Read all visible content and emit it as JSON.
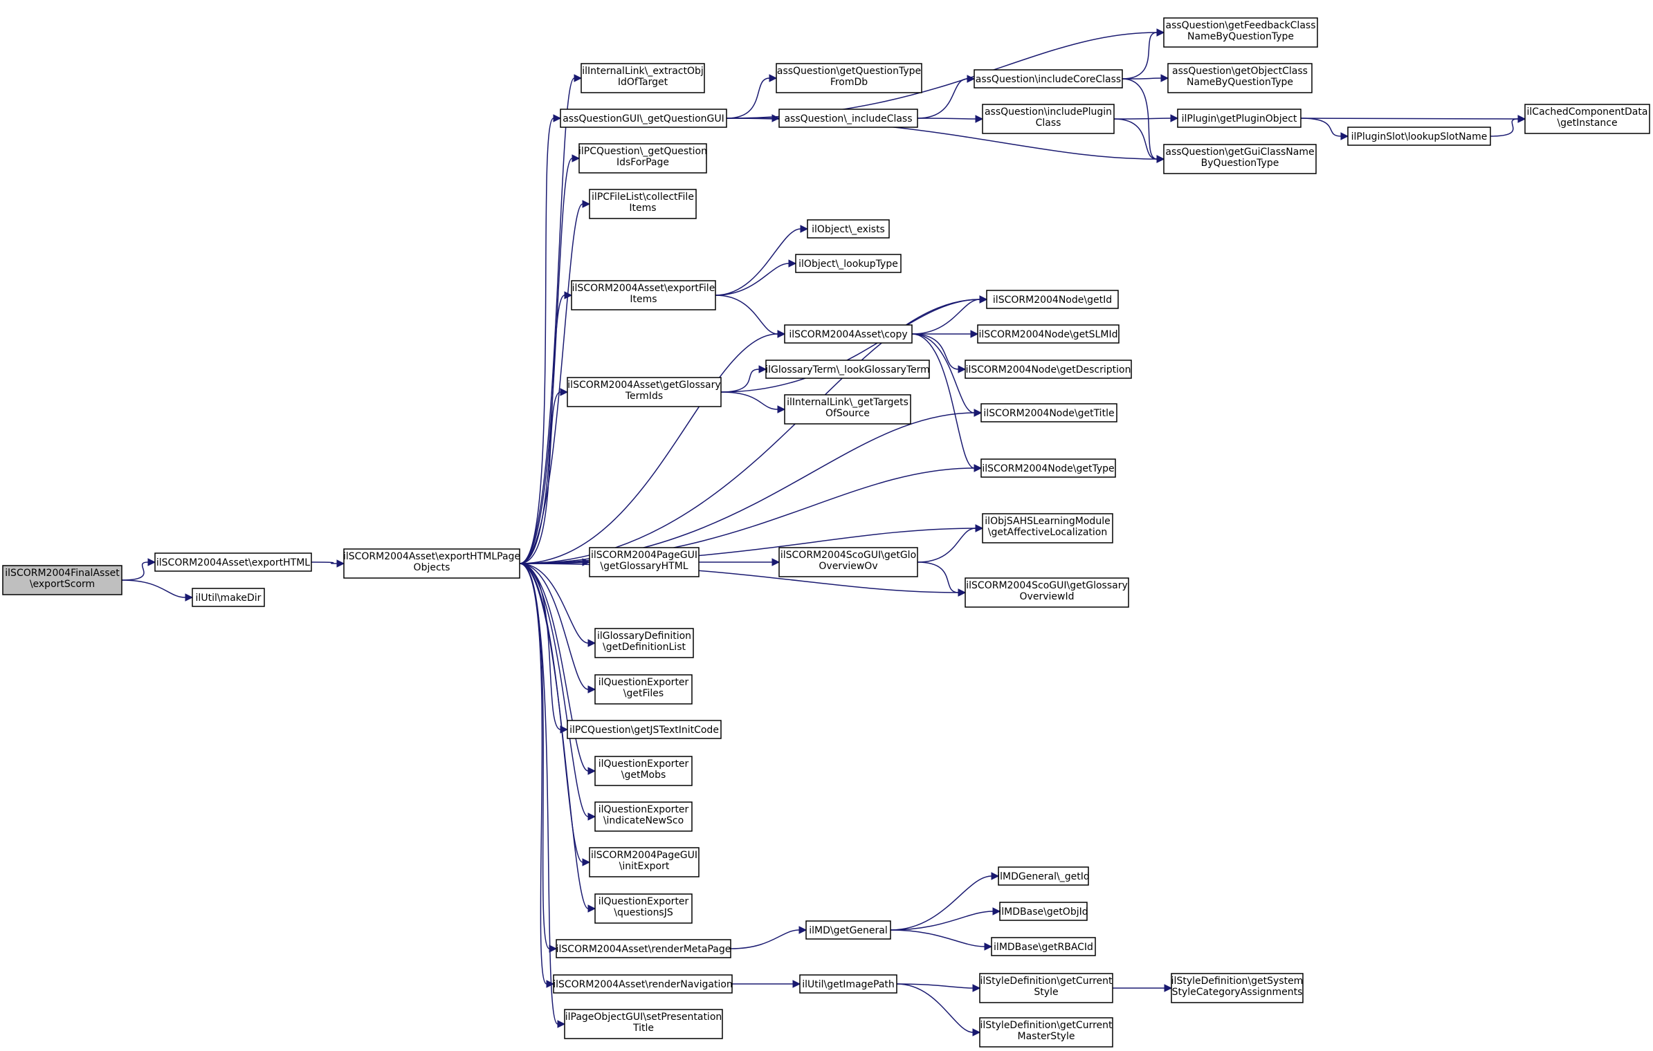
{
  "colors": {
    "edge": "#191970",
    "root_fill": "#bfbfbf",
    "node_fill": "#ffffff",
    "border": "#000000"
  },
  "nodes": [
    {
      "id": "root",
      "lines": [
        "ilSCORM2004FinalAsset",
        "\\exportScorm"
      ]
    },
    {
      "id": "exportHTML",
      "lines": [
        "ilSCORM2004Asset\\exportHTML"
      ]
    },
    {
      "id": "makeDir",
      "lines": [
        "ilUtil\\makeDir"
      ]
    },
    {
      "id": "exportHTMLPage",
      "lines": [
        "ilSCORM2004Asset\\exportHTMLPage",
        "Objects"
      ]
    },
    {
      "id": "extractObj",
      "lines": [
        "ilInternalLink\\_extractObj",
        "IdOfTarget"
      ]
    },
    {
      "id": "getQuestionGUI",
      "lines": [
        "assQuestionGUI\\_getQuestionGUI"
      ]
    },
    {
      "id": "pcGetQuestion",
      "lines": [
        "ilPCQuestion\\_getQuestion",
        "IdsForPage"
      ]
    },
    {
      "id": "collectFile",
      "lines": [
        "ilPCFileList\\collectFile",
        "Items"
      ]
    },
    {
      "id": "exportFileItems",
      "lines": [
        "ilSCORM2004Asset\\exportFile",
        "Items"
      ]
    },
    {
      "id": "assetCopy",
      "lines": [
        "ilSCORM2004Asset\\copy"
      ]
    },
    {
      "id": "getGlossaryTermIds",
      "lines": [
        "ilSCORM2004Asset\\getGlossary",
        "TermIds"
      ]
    },
    {
      "id": "pageGuiGlossary",
      "lines": [
        "ilSCORM2004PageGUI",
        "\\getGlossaryHTML"
      ]
    },
    {
      "id": "scoGuiGlo",
      "lines": [
        "ilSCORM2004ScoGUI\\getGlo",
        "OverviewOv"
      ]
    },
    {
      "id": "glossaryDef",
      "lines": [
        "ilGlossaryDefinition",
        "\\getDefinitionList"
      ]
    },
    {
      "id": "qeGetFiles",
      "lines": [
        "ilQuestionExporter",
        "\\getFiles"
      ]
    },
    {
      "id": "pcJSText",
      "lines": [
        "ilPCQuestion\\getJSTextInitCode"
      ]
    },
    {
      "id": "qeGetMobs",
      "lines": [
        "ilQuestionExporter",
        "\\getMobs"
      ]
    },
    {
      "id": "qeIndicate",
      "lines": [
        "ilQuestionExporter",
        "\\indicateNewSco"
      ]
    },
    {
      "id": "pageGuiInit",
      "lines": [
        "ilSCORM2004PageGUI",
        "\\initExport"
      ]
    },
    {
      "id": "qeQuestionsJS",
      "lines": [
        "ilQuestionExporter",
        "\\questionsJS"
      ]
    },
    {
      "id": "renderMeta",
      "lines": [
        "ilSCORM2004Asset\\renderMetaPage"
      ]
    },
    {
      "id": "renderNav",
      "lines": [
        "ilSCORM2004Asset\\renderNavigation"
      ]
    },
    {
      "id": "pageObjGui",
      "lines": [
        "ilPageObjectGUI\\setPresentation",
        "Title"
      ]
    },
    {
      "id": "getQTypeFromDb",
      "lines": [
        "assQuestion\\getQuestionType",
        "FromDb"
      ]
    },
    {
      "id": "includeClass",
      "lines": [
        "assQuestion\\_includeClass"
      ]
    },
    {
      "id": "includeCoreClass",
      "lines": [
        "assQuestion\\includeCoreClass"
      ]
    },
    {
      "id": "includePlugin",
      "lines": [
        "assQuestion\\includePlugin",
        "Class"
      ]
    },
    {
      "id": "feedbackClass",
      "lines": [
        "assQuestion\\getFeedbackClass",
        "NameByQuestionType"
      ]
    },
    {
      "id": "objectClass",
      "lines": [
        "assQuestion\\getObjectClass",
        "NameByQuestionType"
      ]
    },
    {
      "id": "guiClassName",
      "lines": [
        "assQuestion\\getGuiClassName",
        "ByQuestionType"
      ]
    },
    {
      "id": "pluginObject",
      "lines": [
        "ilPlugin\\getPluginObject"
      ]
    },
    {
      "id": "pluginSlot",
      "lines": [
        "ilPluginSlot\\lookupSlotName"
      ]
    },
    {
      "id": "cachedComp",
      "lines": [
        "ilCachedComponentData",
        "\\getInstance"
      ]
    },
    {
      "id": "objExists",
      "lines": [
        "ilObject\\_exists"
      ]
    },
    {
      "id": "objLookupType",
      "lines": [
        "ilObject\\_lookupType"
      ]
    },
    {
      "id": "nodeGetId",
      "lines": [
        "ilSCORM2004Node\\getId"
      ]
    },
    {
      "id": "nodeGetSLMId",
      "lines": [
        "ilSCORM2004Node\\getSLMId"
      ]
    },
    {
      "id": "nodeGetDesc",
      "lines": [
        "ilSCORM2004Node\\getDescription"
      ]
    },
    {
      "id": "glossaryTerm",
      "lines": [
        "ilGlossaryTerm\\_lookGlossaryTerm"
      ]
    },
    {
      "id": "internalTargets",
      "lines": [
        "ilInternalLink\\_getTargets",
        "OfSource"
      ]
    },
    {
      "id": "nodeGetTitle",
      "lines": [
        "ilSCORM2004Node\\getTitle"
      ]
    },
    {
      "id": "nodeGetType",
      "lines": [
        "ilSCORM2004Node\\getType"
      ]
    },
    {
      "id": "affectiveLoc",
      "lines": [
        "ilObjSAHSLearningModule",
        "\\getAffectiveLocalization"
      ]
    },
    {
      "id": "glossaryOverviewId",
      "lines": [
        "ilSCORM2004ScoGUI\\getGlossary",
        "OverviewId"
      ]
    },
    {
      "id": "mdGetGeneral",
      "lines": [
        "ilMD\\getGeneral"
      ]
    },
    {
      "id": "mdGeneralGetId",
      "lines": [
        "ilMDGeneral\\_getId"
      ]
    },
    {
      "id": "mdBaseObjId",
      "lines": [
        "ilMDBase\\getObjId"
      ]
    },
    {
      "id": "mdBaseRBAC",
      "lines": [
        "ilMDBase\\getRBACId"
      ]
    },
    {
      "id": "utilImagePath",
      "lines": [
        "ilUtil\\getImagePath"
      ]
    },
    {
      "id": "styleCurrent",
      "lines": [
        "ilStyleDefinition\\getCurrent",
        "Style"
      ]
    },
    {
      "id": "styleMaster",
      "lines": [
        "ilStyleDefinition\\getCurrent",
        "MasterStyle"
      ]
    },
    {
      "id": "styleSystem",
      "lines": [
        "ilStyleDefinition\\getSystem",
        "StyleCategoryAssignments"
      ]
    }
  ],
  "edges": [
    [
      "root",
      "exportHTML"
    ],
    [
      "root",
      "makeDir"
    ],
    [
      "exportHTML",
      "exportHTMLPage"
    ],
    [
      "exportHTMLPage",
      "extractObj"
    ],
    [
      "exportHTMLPage",
      "getQuestionGUI"
    ],
    [
      "exportHTMLPage",
      "pcGetQuestion"
    ],
    [
      "exportHTMLPage",
      "collectFile"
    ],
    [
      "exportHTMLPage",
      "nodeGetId"
    ],
    [
      "exportHTMLPage",
      "exportFileItems"
    ],
    [
      "exportHTMLPage",
      "assetCopy"
    ],
    [
      "exportHTMLPage",
      "getGlossaryTermIds"
    ],
    [
      "exportHTMLPage",
      "nodeGetTitle"
    ],
    [
      "exportHTMLPage",
      "nodeGetType"
    ],
    [
      "exportHTMLPage",
      "affectiveLoc"
    ],
    [
      "exportHTMLPage",
      "pageGuiGlossary"
    ],
    [
      "exportHTMLPage",
      "glossaryOverviewId"
    ],
    [
      "exportHTMLPage",
      "glossaryDef"
    ],
    [
      "exportHTMLPage",
      "qeGetFiles"
    ],
    [
      "exportHTMLPage",
      "pcJSText"
    ],
    [
      "exportHTMLPage",
      "qeGetMobs"
    ],
    [
      "exportHTMLPage",
      "qeIndicate"
    ],
    [
      "exportHTMLPage",
      "pageGuiInit"
    ],
    [
      "exportHTMLPage",
      "qeQuestionsJS"
    ],
    [
      "exportHTMLPage",
      "renderMeta"
    ],
    [
      "exportHTMLPage",
      "renderNav"
    ],
    [
      "exportHTMLPage",
      "pageObjGui"
    ],
    [
      "getQuestionGUI",
      "feedbackClass"
    ],
    [
      "getQuestionGUI",
      "getQTypeFromDb"
    ],
    [
      "getQuestionGUI",
      "includeClass"
    ],
    [
      "getQuestionGUI",
      "guiClassName"
    ],
    [
      "includeClass",
      "includeCoreClass"
    ],
    [
      "includeClass",
      "includePlugin"
    ],
    [
      "includeCoreClass",
      "feedbackClass"
    ],
    [
      "includeCoreClass",
      "objectClass"
    ],
    [
      "includeCoreClass",
      "guiClassName"
    ],
    [
      "includePlugin",
      "pluginObject"
    ],
    [
      "includePlugin",
      "guiClassName"
    ],
    [
      "pluginObject",
      "cachedComp"
    ],
    [
      "pluginObject",
      "pluginSlot"
    ],
    [
      "pluginSlot",
      "cachedComp"
    ],
    [
      "exportFileItems",
      "objExists"
    ],
    [
      "exportFileItems",
      "objLookupType"
    ],
    [
      "exportFileItems",
      "assetCopy"
    ],
    [
      "assetCopy",
      "nodeGetId"
    ],
    [
      "assetCopy",
      "nodeGetSLMId"
    ],
    [
      "assetCopy",
      "nodeGetDesc"
    ],
    [
      "assetCopy",
      "nodeGetTitle"
    ],
    [
      "assetCopy",
      "nodeGetType"
    ],
    [
      "getGlossaryTermIds",
      "nodeGetId"
    ],
    [
      "getGlossaryTermIds",
      "glossaryTerm"
    ],
    [
      "getGlossaryTermIds",
      "internalTargets"
    ],
    [
      "pageGuiGlossary",
      "scoGuiGlo"
    ],
    [
      "scoGuiGlo",
      "affectiveLoc"
    ],
    [
      "scoGuiGlo",
      "glossaryOverviewId"
    ],
    [
      "renderMeta",
      "mdGetGeneral"
    ],
    [
      "mdGetGeneral",
      "mdGeneralGetId"
    ],
    [
      "mdGetGeneral",
      "mdBaseObjId"
    ],
    [
      "mdGetGeneral",
      "mdBaseRBAC"
    ],
    [
      "renderNav",
      "utilImagePath"
    ],
    [
      "utilImagePath",
      "styleCurrent"
    ],
    [
      "utilImagePath",
      "styleMaster"
    ],
    [
      "styleCurrent",
      "styleSystem"
    ]
  ]
}
